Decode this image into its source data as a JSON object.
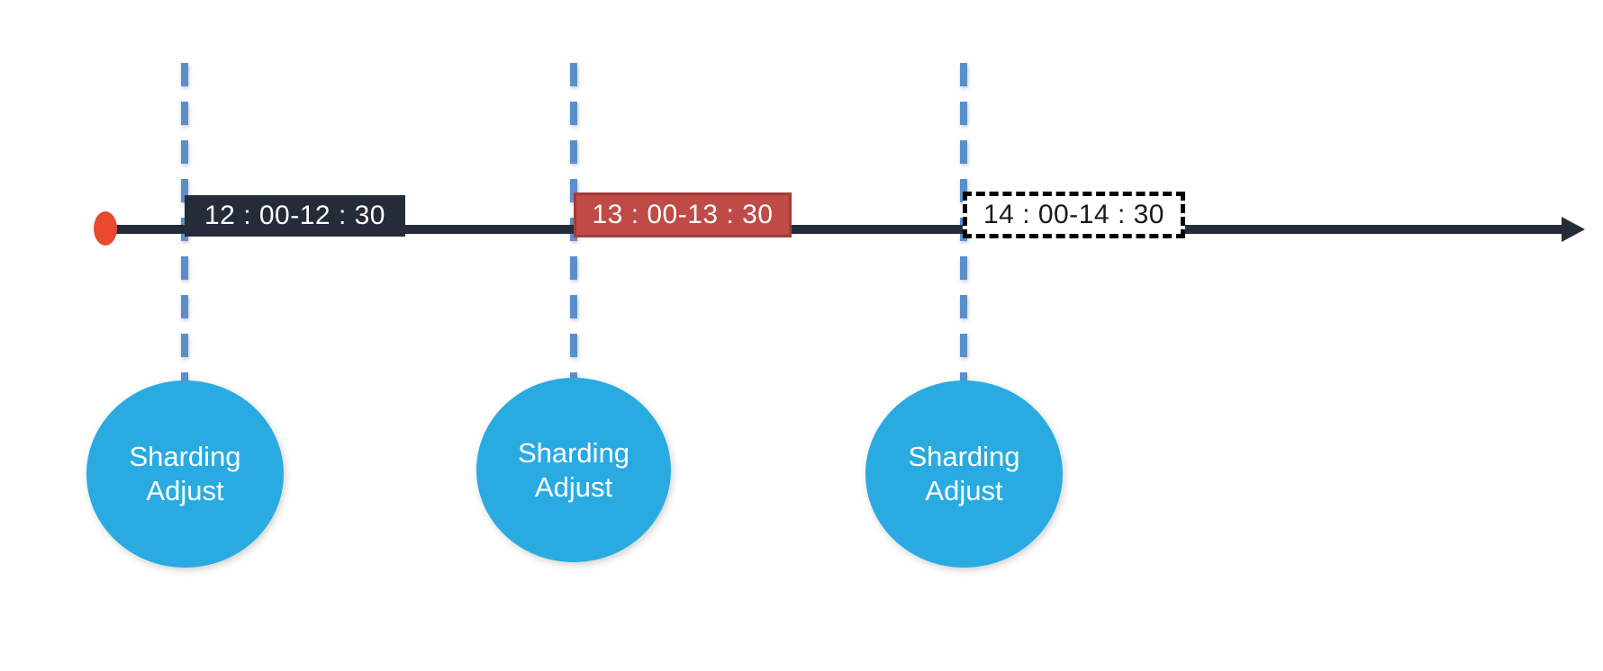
{
  "diagram": {
    "type": "timeline",
    "background_color": "#ffffff",
    "axis": {
      "name": "time-axis",
      "color": "#232c38",
      "start_marker_color": "#e8492f",
      "start_marker_shape": "ellipse",
      "arrow_direction": "right"
    },
    "dashed_line_color": "#5b8fcc",
    "events": [
      {
        "id": "event-1",
        "time_label": "12 : 00-12 : 30",
        "box_style": "dark",
        "box_fill": "#232c38",
        "box_text_color": "#ffffff",
        "node_label_line1": "Sharding",
        "node_label_line2": "Adjust",
        "node_color": "#29ABE2"
      },
      {
        "id": "event-2",
        "time_label": "13 : 00-13 : 30",
        "box_style": "red",
        "box_fill": "#c04a46",
        "box_border": "#a33b37",
        "box_text_color": "#ffffff",
        "node_label_line1": "Sharding",
        "node_label_line2": "Adjust",
        "node_color": "#29ABE2"
      },
      {
        "id": "event-3",
        "time_label": "14 : 00-14 : 30",
        "box_style": "outline-dashed",
        "box_fill": "#ffffff",
        "box_border": "#000000",
        "box_text_color": "#1a1a1a",
        "node_label_line1": "Sharding",
        "node_label_line2": "Adjust",
        "node_color": "#29ABE2"
      }
    ]
  }
}
